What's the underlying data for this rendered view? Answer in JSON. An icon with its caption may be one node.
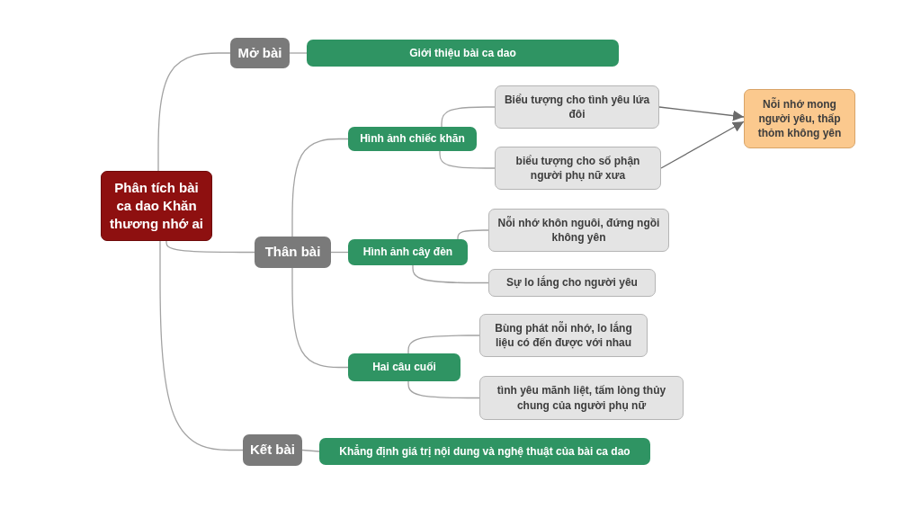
{
  "diagram": {
    "nodes": [
      {
        "text": [
          "Phân tích bài ca dao Khăn thương nhớ ai"
        ]
      },
      {
        "text": [
          "Mở bài"
        ]
      },
      {
        "text": [
          "Giới thiệu bài ca dao"
        ]
      },
      {
        "text": [
          "Thân bài"
        ]
      },
      {
        "text": [
          "Hình ảnh chiếc khăn"
        ]
      },
      {
        "text": [
          "Biểu tượng cho tình yêu lứa đôi"
        ]
      },
      {
        "text": [
          "biểu tượng cho số phận người phụ nữ xưa"
        ]
      },
      {
        "text": [
          "Nỗi nhớ mong người yêu, thấp thỏm không yên"
        ]
      },
      {
        "text": [
          "Hình ảnh cây đèn"
        ]
      },
      {
        "text": [
          "Nỗi nhớ khôn nguôi, đứng ngồi không yên"
        ]
      },
      {
        "text": [
          "Sự lo lắng cho người yêu"
        ]
      },
      {
        "text": [
          "Hai câu cuối"
        ]
      },
      {
        "text": [
          "Bùng phát nỗi nhớ, lo lắng liệu có đến được với nhau"
        ]
      },
      {
        "text": [
          "tình yêu mãnh liệt, tấm lòng thủy chung của người phụ nữ"
        ]
      },
      {
        "text": [
          "Kết bài"
        ]
      },
      {
        "text": [
          "Khẳng định giá trị nội dung và nghệ thuật của bài ca dao"
        ]
      }
    ],
    "edges": [
      {
        "from": 0,
        "to": 1,
        "arrow": "none"
      },
      {
        "from": 0,
        "to": 3,
        "arrow": "none"
      },
      {
        "from": 0,
        "to": 14,
        "arrow": "none"
      },
      {
        "from": 1,
        "to": 2,
        "arrow": "none"
      },
      {
        "from": 3,
        "to": 4,
        "arrow": "none"
      },
      {
        "from": 3,
        "to": 8,
        "arrow": "none"
      },
      {
        "from": 3,
        "to": 11,
        "arrow": "none"
      },
      {
        "from": 4,
        "to": 5,
        "arrow": "none"
      },
      {
        "from": 4,
        "to": 6,
        "arrow": "none"
      },
      {
        "from": 8,
        "to": 9,
        "arrow": "none"
      },
      {
        "from": 8,
        "to": 10,
        "arrow": "none"
      },
      {
        "from": 11,
        "to": 12,
        "arrow": "none"
      },
      {
        "from": 11,
        "to": 13,
        "arrow": "none"
      },
      {
        "from": 14,
        "to": 15,
        "arrow": "none"
      },
      {
        "from": 5,
        "to": 7,
        "arrow": "to",
        "color": "#6b6b6b"
      },
      {
        "from": 6,
        "to": 7,
        "arrow": "to",
        "color": "#6b6b6b"
      }
    ]
  }
}
